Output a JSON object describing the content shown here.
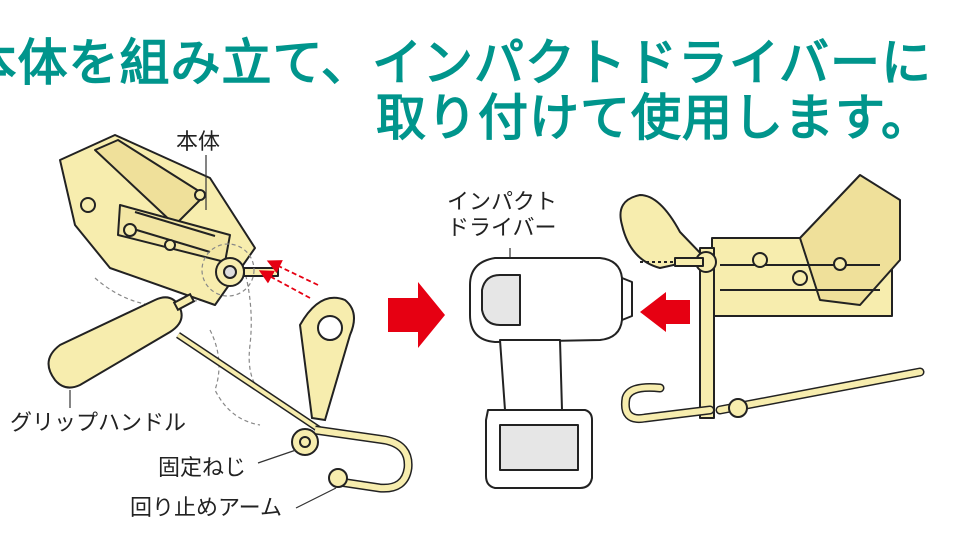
{
  "headline": {
    "line1": "本体を組み立て、インパクトドライバーに",
    "line2": "取り付けて使用します。",
    "color": "#00958c"
  },
  "labels": {
    "body": "本体",
    "impact_driver_line1": "インパクト",
    "impact_driver_line2": "ドライバー",
    "grip_handle": "グリップハンドル",
    "fixing_screw": "固定ねじ",
    "anti_rotation_arm": "回り止めアーム"
  },
  "colors": {
    "part_fill": "#f7edae",
    "outline": "#222222",
    "arrow_red": "#e60012",
    "driver_fill": "#ffffff",
    "driver_shade": "#e6e6e6"
  }
}
